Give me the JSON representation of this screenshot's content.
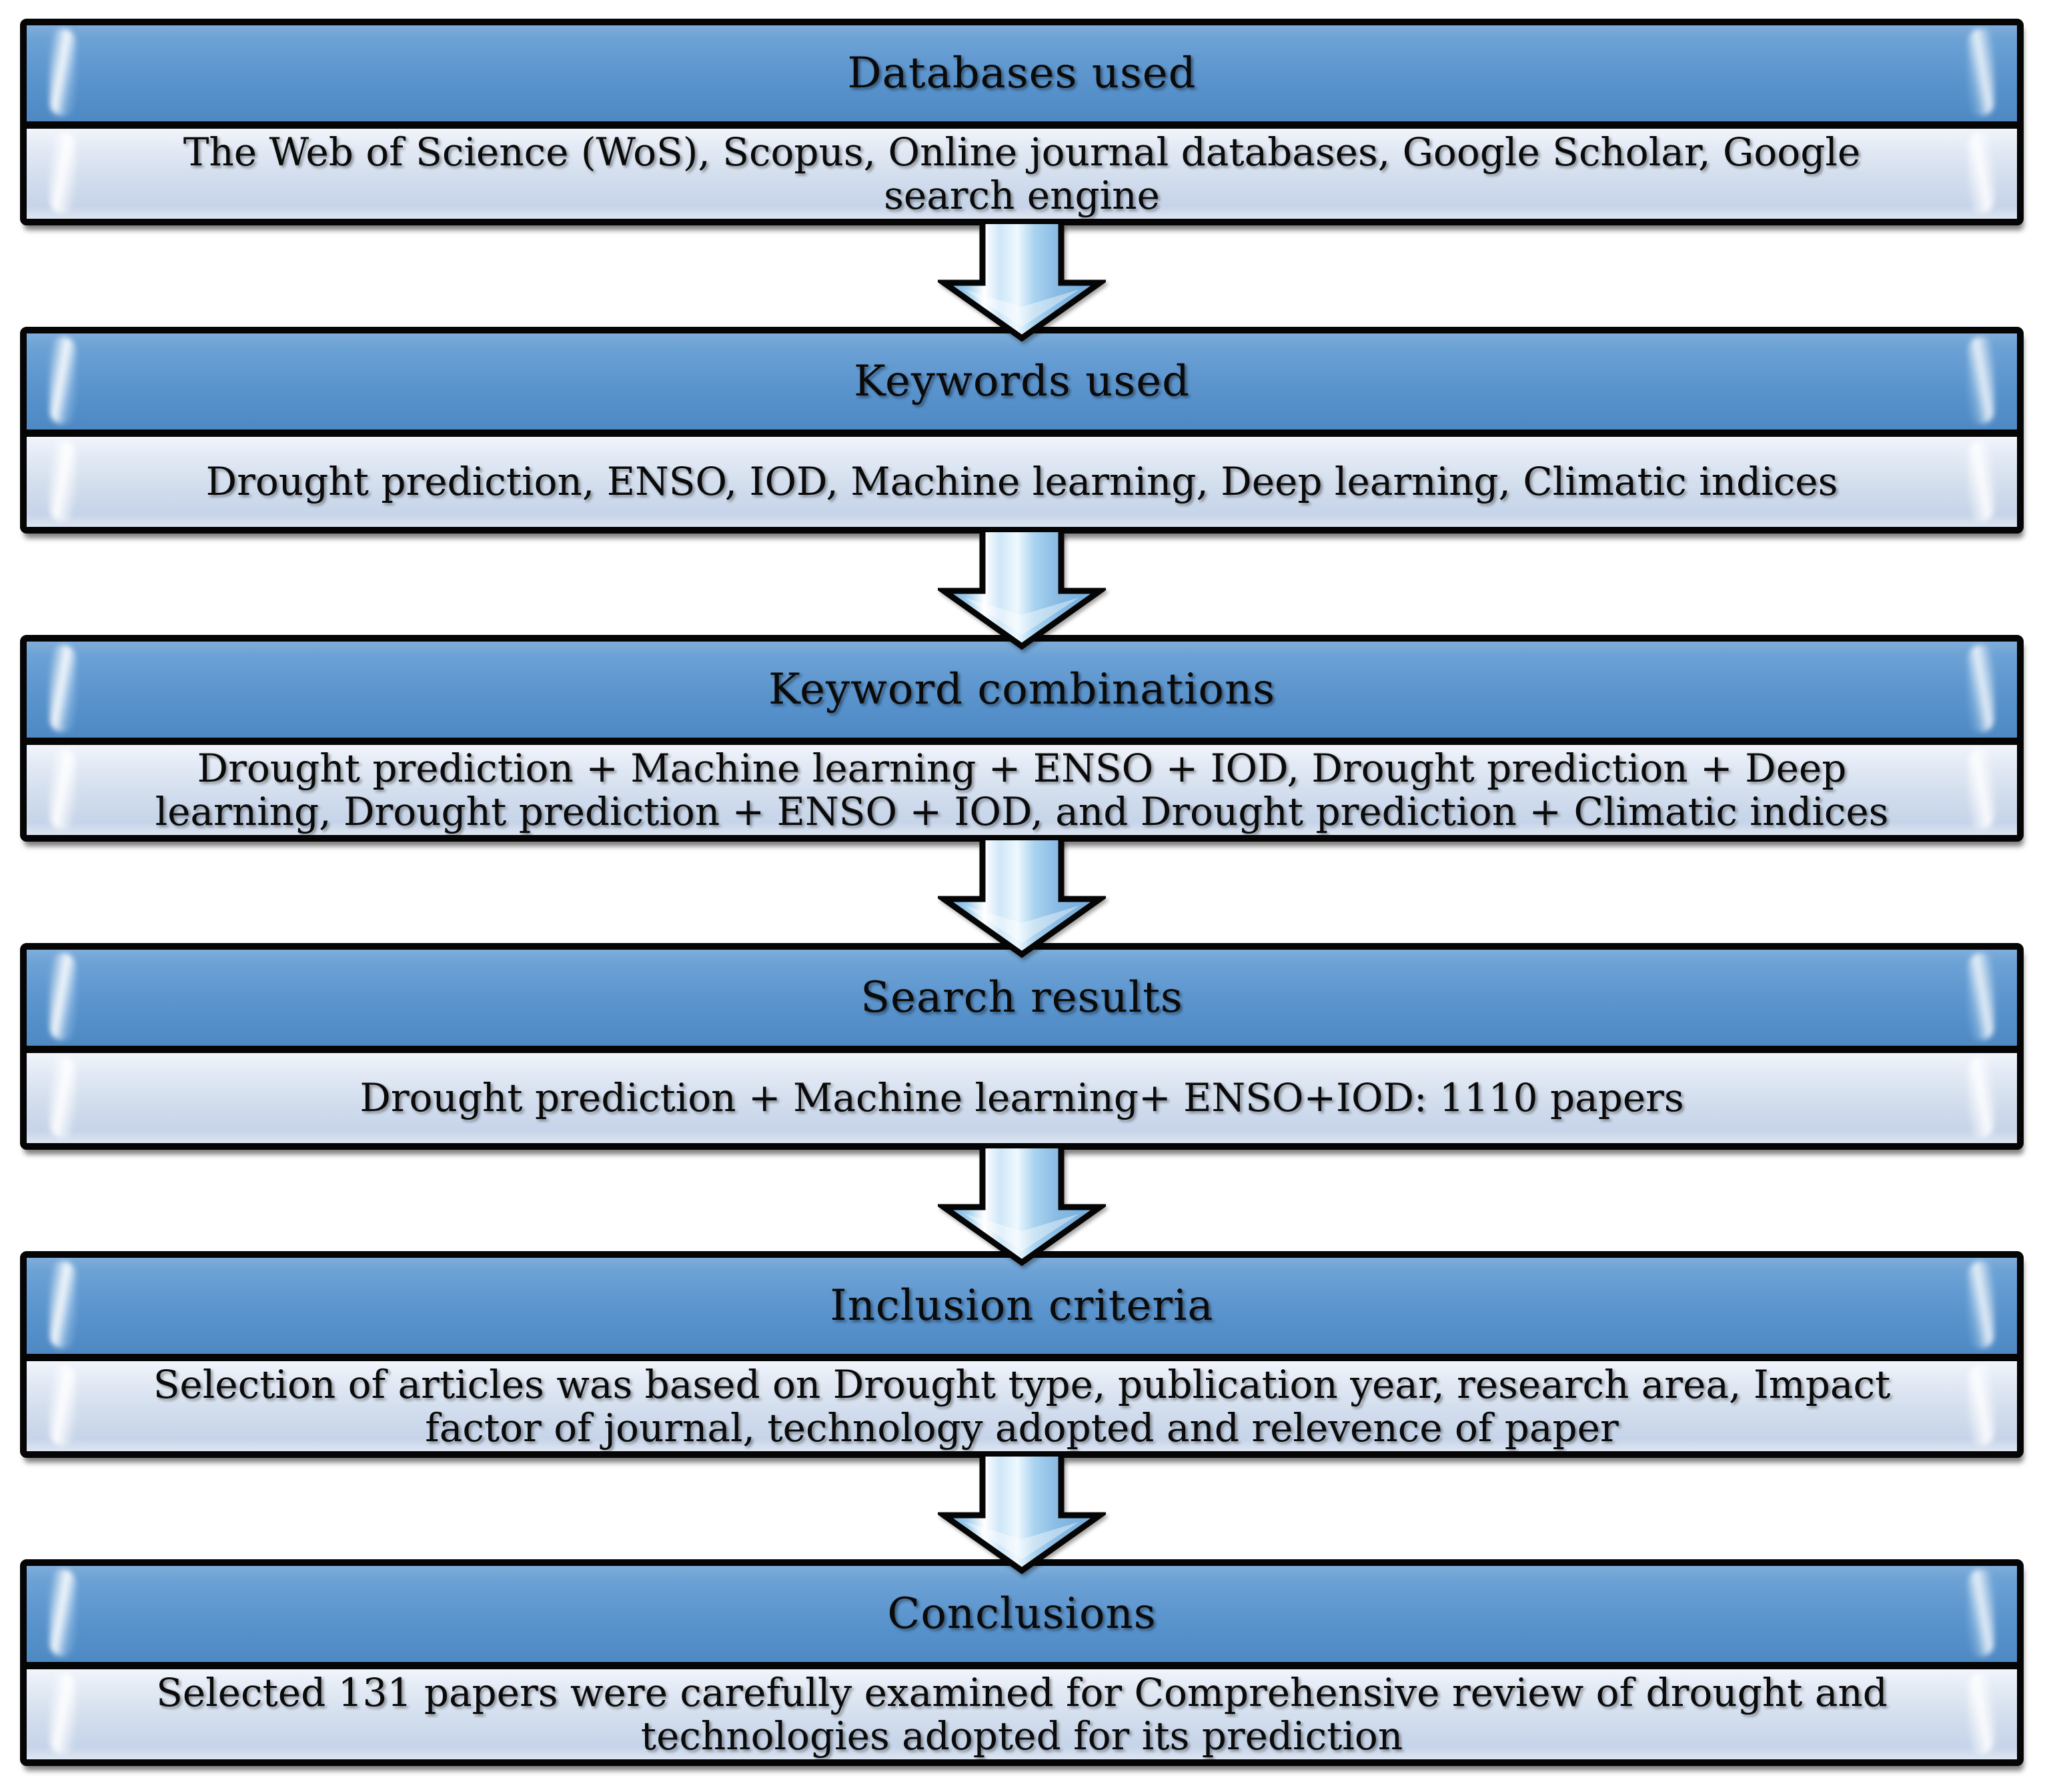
{
  "diagram": {
    "type": "flowchart",
    "direction": "top-down",
    "steps": [
      {
        "header": "Databases used",
        "body": "The Web of Science (WoS), Scopus, Online journal databases, Google Scholar, Google\nsearch engine"
      },
      {
        "header": "Keywords used",
        "body": "Drought prediction, ENSO, IOD, Machine learning, Deep learning, Climatic indices"
      },
      {
        "header": "Keyword combinations",
        "body": "Drought prediction + Machine learning + ENSO + IOD, Drought prediction + Deep\nlearning, Drought prediction + ENSO + IOD, and Drought prediction + Climatic indices"
      },
      {
        "header": "Search results",
        "body": "Drought prediction + Machine learning+ ENSO+IOD: 1110 papers"
      },
      {
        "header": "Inclusion criteria",
        "body": "Selection of articles was based on Drought type, publication year, research area, Impact\nfactor of journal, technology adopted and relevence of paper"
      },
      {
        "header": "Conclusions",
        "body": "Selected 131 papers were carefully examined for Comprehensive review of drought and\ntechnologies adopted for its prediction"
      }
    ],
    "connector_icon": "down-block-arrow-icon",
    "colors": {
      "header_fill_top": "#7fadda",
      "header_fill_bottom": "#4f89c4",
      "body_fill_top": "#f1f5fb",
      "body_fill_bottom": "#c6d4e9",
      "outline": "#050505",
      "arrow_blue": "#79b0de",
      "arrow_highlight": "#ffffff",
      "text": "#0a0a0a"
    }
  }
}
